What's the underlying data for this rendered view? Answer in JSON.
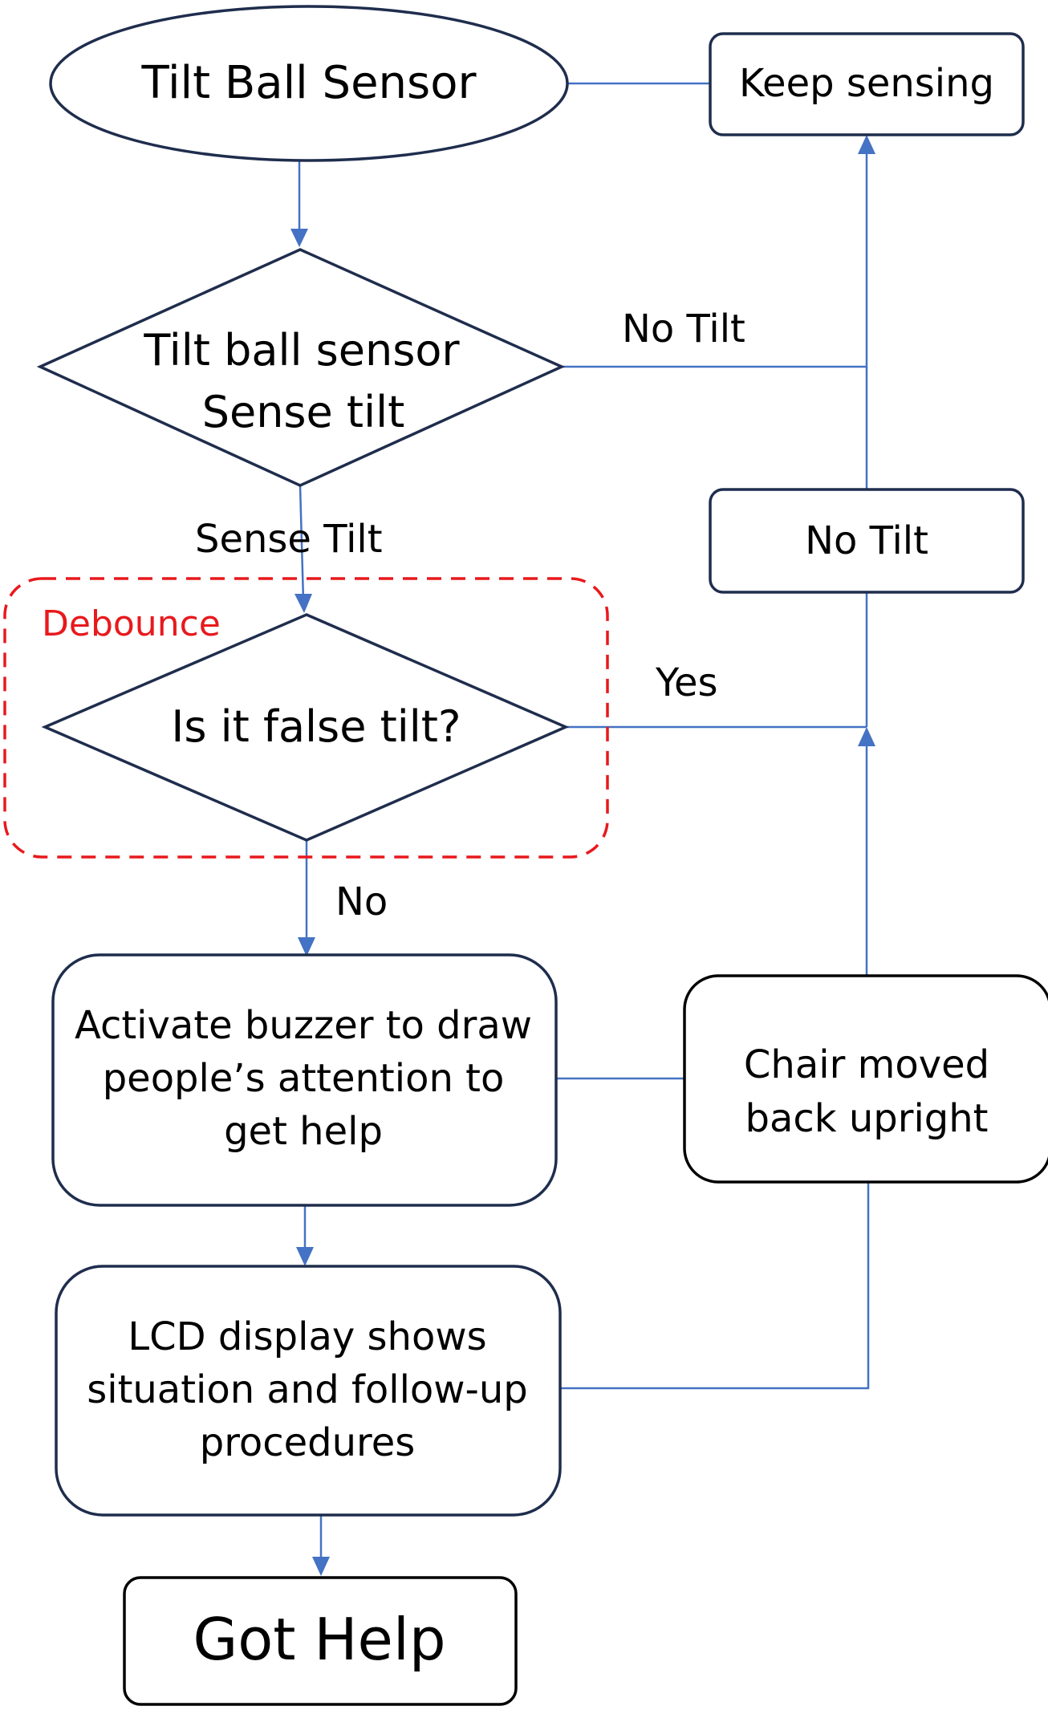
{
  "colors": {
    "node_stroke": "#1f2d4d",
    "rect_stroke": "#000000",
    "connector": "#4472c4",
    "debounce": "#e8191c",
    "text": "#000000"
  },
  "nodes": {
    "start": "Tilt Ball Sensor",
    "keep_sensing": "Keep sensing",
    "decision_tilt": [
      "Tilt ball sensor",
      "Sense tilt"
    ],
    "no_tilt_box": "No Tilt",
    "decision_false_tilt": "Is it false tilt?",
    "activate_buzzer": [
      "Activate buzzer to draw",
      "people’s attention to",
      "get help"
    ],
    "chair_upright": [
      "Chair moved",
      "back upright"
    ],
    "lcd_display": [
      "LCD display shows",
      "situation and follow-up",
      "procedures"
    ],
    "got_help": "Got Help"
  },
  "edge_labels": {
    "no_tilt": "No Tilt",
    "sense_tilt": "Sense Tilt",
    "yes": "Yes",
    "no": "No"
  },
  "debounce_label": "Debounce"
}
